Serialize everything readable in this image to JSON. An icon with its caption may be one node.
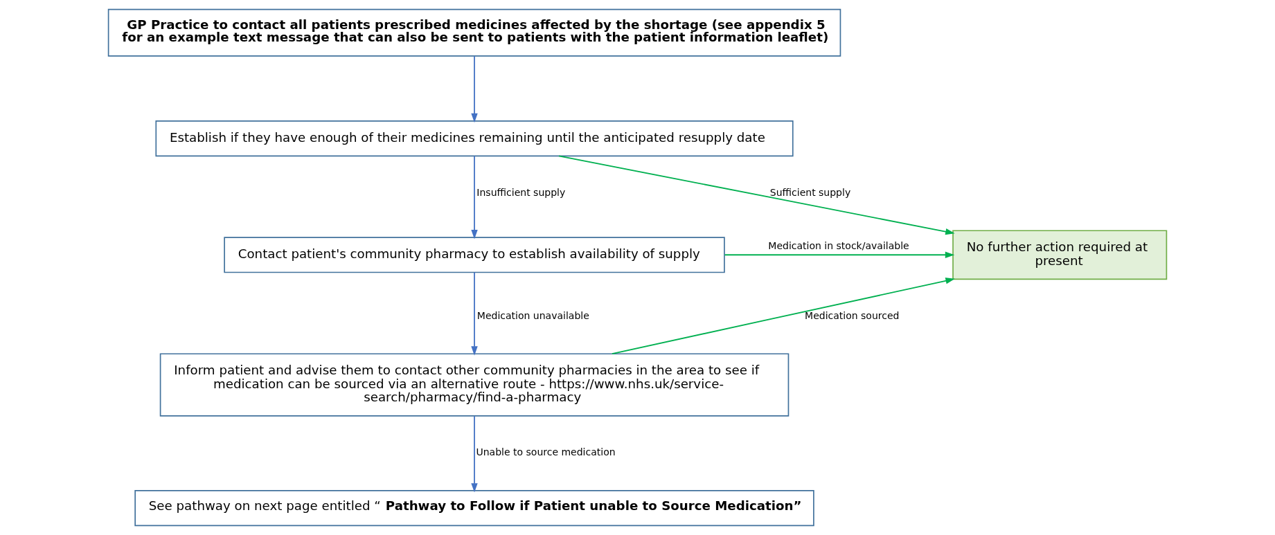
{
  "diagram": {
    "nodes": [
      {
        "text": [
          "GP Practice to contact all patients prescribed medicines affected by the shortage (see appendix 5 for an example text message that can also be sent to patients with the patient information leaflet)"
        ]
      },
      {
        "text": [
          "Establish if they have enough of their medicines remaining until the anticipated resupply date"
        ]
      },
      {
        "text": [
          "Contact patient's community pharmacy to establish availability of supply"
        ]
      },
      {
        "text": [
          "Inform patient and advise them to contact other community pharmacies in the area to see if medication can be sourced via an alternative route - https://www.nhs.uk/service-search/pharmacy/find-a-pharmacy"
        ]
      },
      {
        "text": [
          "See pathway on next page entitled “**Pathway to Follow if Patient unable to Source Medication”**"
        ]
      },
      {
        "text": [
          "No further action required at present"
        ]
      }
    ],
    "edges": [
      {
        "from": 0,
        "to": 1,
        "arrow": "to"
      },
      {
        "from": 1,
        "to": 2,
        "arrow": "to",
        "label": "Insufficient supply"
      },
      {
        "from": 1,
        "to": 5,
        "arrow": "to",
        "label": "Sufficient supply",
        "color": "#00b050"
      },
      {
        "from": 2,
        "to": 5,
        "arrow": "to",
        "label": "Medication in stock/available",
        "color": "#00b050"
      },
      {
        "from": 2,
        "to": 3,
        "arrow": "to",
        "label": "Medication unavailable"
      },
      {
        "from": 3,
        "to": 5,
        "arrow": "to",
        "label": "Medication sourced",
        "color": "#00b050"
      },
      {
        "from": 3,
        "to": 4,
        "arrow": "to",
        "label": "Unable to source medication"
      }
    ]
  }
}
